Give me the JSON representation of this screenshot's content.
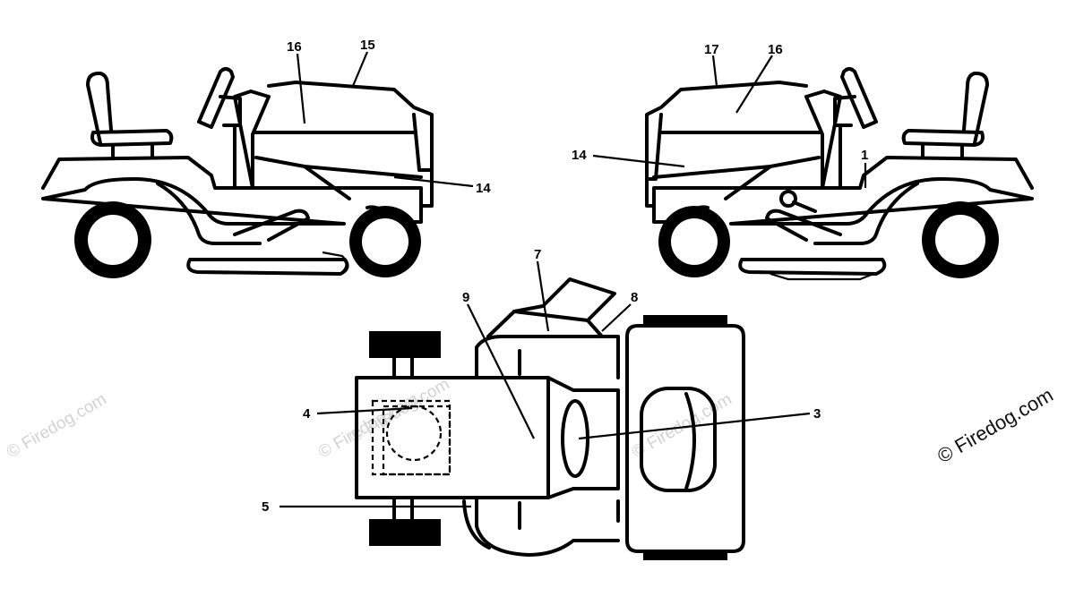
{
  "callouts": {
    "left_view": {
      "l16": "16",
      "l15": "15",
      "l14": "14"
    },
    "right_view": {
      "l17": "17",
      "l16": "16",
      "l14": "14",
      "l1": "1"
    },
    "top_view": {
      "l7": "7",
      "l9": "9",
      "l8": "8",
      "l4": "4",
      "l3": "3",
      "l5": "5"
    }
  },
  "watermark": {
    "text": "© Firedog.com",
    "copyright": "© Firedog.com",
    "color": "#d2d2d2"
  },
  "colors": {
    "line": "#000000",
    "background": "#ffffff"
  }
}
